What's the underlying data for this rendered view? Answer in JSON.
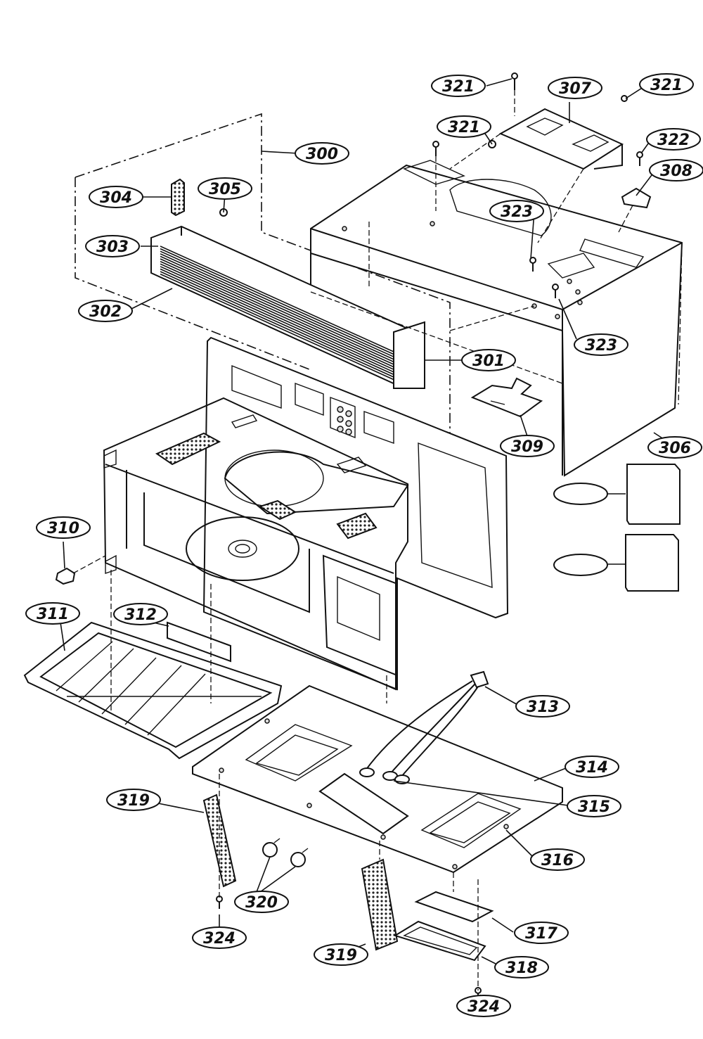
{
  "diagram": {
    "callouts": [
      {
        "id": "c300",
        "label": "300"
      },
      {
        "id": "c301",
        "label": "301"
      },
      {
        "id": "c302",
        "label": "302"
      },
      {
        "id": "c303",
        "label": "303"
      },
      {
        "id": "c304",
        "label": "304"
      },
      {
        "id": "c305",
        "label": "305"
      },
      {
        "id": "c306",
        "label": "306"
      },
      {
        "id": "c307",
        "label": "307"
      },
      {
        "id": "c308",
        "label": "308"
      },
      {
        "id": "c309",
        "label": "309"
      },
      {
        "id": "c310",
        "label": "310"
      },
      {
        "id": "c311",
        "label": "311"
      },
      {
        "id": "c312",
        "label": "312"
      },
      {
        "id": "c313",
        "label": "313"
      },
      {
        "id": "c314",
        "label": "314"
      },
      {
        "id": "c315",
        "label": "315"
      },
      {
        "id": "c316",
        "label": "316"
      },
      {
        "id": "c317",
        "label": "317"
      },
      {
        "id": "c318",
        "label": "318"
      },
      {
        "id": "c319a",
        "label": "319"
      },
      {
        "id": "c319b",
        "label": "319"
      },
      {
        "id": "c320",
        "label": "320"
      },
      {
        "id": "c321a",
        "label": "321"
      },
      {
        "id": "c321b",
        "label": "321"
      },
      {
        "id": "c321c",
        "label": "321"
      },
      {
        "id": "c322",
        "label": "322"
      },
      {
        "id": "c323a",
        "label": "323"
      },
      {
        "id": "c323b",
        "label": "323"
      },
      {
        "id": "c324a",
        "label": "324"
      },
      {
        "id": "c324b",
        "label": "324"
      },
      {
        "id": "cblank1",
        "label": ""
      },
      {
        "id": "cblank2",
        "label": ""
      }
    ]
  }
}
